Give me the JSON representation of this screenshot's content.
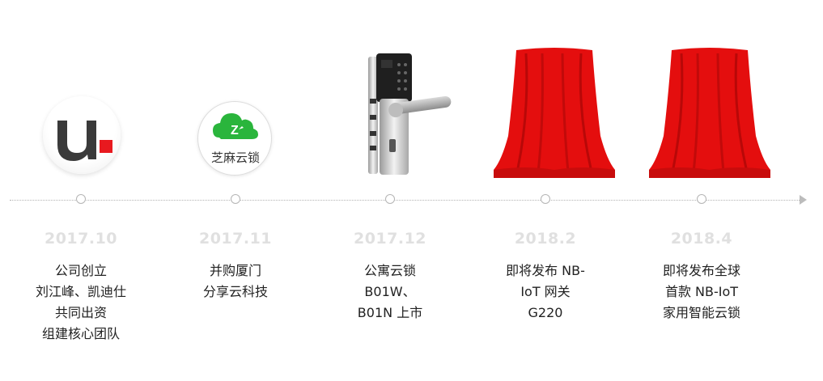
{
  "colors": {
    "curtain_red": "#e40e0e",
    "logo_red": "#e8191f",
    "zhima_green": "#2ab53c",
    "date_gray": "#e0e0e0",
    "text_dark": "#222222"
  },
  "milestones": [
    {
      "date": "2017.10",
      "image": "u-logo-icon",
      "lines": [
        "公司创立",
        "刘江峰、凯迪仕",
        "共同出资",
        "组建核心团队"
      ]
    },
    {
      "date": "2017.11",
      "image": "zhima-cloud-logo-icon",
      "logo_text": "芝麻云锁",
      "lines": [
        "并购厦门",
        "分享云科技"
      ]
    },
    {
      "date": "2017.12",
      "image": "smart-door-lock-image",
      "lines": [
        "公寓云锁",
        "B01W、",
        "B01N 上市"
      ]
    },
    {
      "date": "2018.2",
      "image": "red-curtain-image",
      "lines": [
        "即将发布 NB-",
        "IoT 网关",
        "G220"
      ]
    },
    {
      "date": "2018.4",
      "image": "red-curtain-image",
      "lines": [
        "即将发布全球",
        "首款 NB-IoT",
        "家用智能云锁"
      ]
    }
  ]
}
